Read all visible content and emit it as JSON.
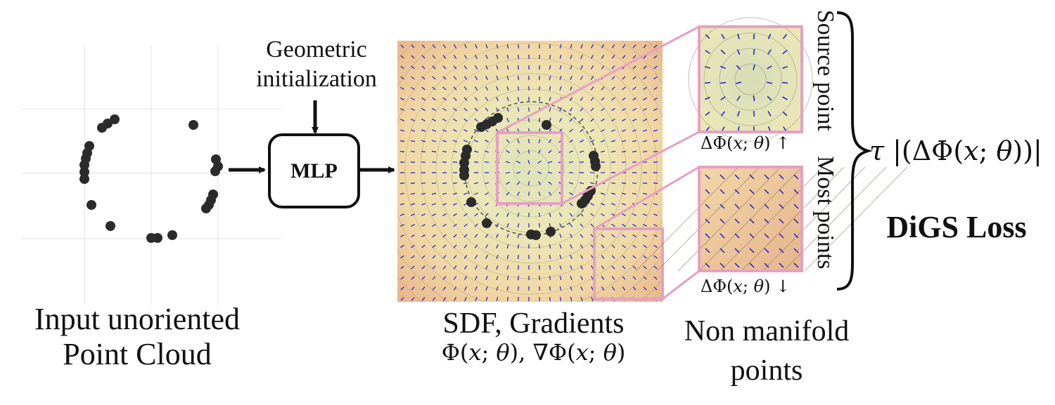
{
  "input_caption": [
    "Input unoriented",
    "Point Cloud"
  ],
  "geometric_init_label": [
    "Geometric",
    "initialization"
  ],
  "mlp_label": "MLP",
  "sdf_caption": "SDF, Gradients",
  "sdf_math": {
    "phi": "Φ(",
    "x": "x",
    "sep": "; ",
    "theta": "θ",
    "close": "), ",
    "grad": "∇Φ(",
    "end": ")"
  },
  "nonmanifold_caption": [
    "Non manifold",
    "points"
  ],
  "source_point_label": "Source point",
  "most_points_label": "Most points",
  "laplacian_up": {
    "pre": "ΔΦ(",
    "x": "x",
    "sep": "; ",
    "theta": "θ",
    "post": ") ↑"
  },
  "laplacian_down": {
    "pre": "ΔΦ(",
    "x": "x",
    "sep": "; ",
    "theta": "θ",
    "post": ") ↓"
  },
  "loss_expr": {
    "tau": "τ",
    "open": " |(ΔΦ(",
    "x": "x",
    "sep": "; ",
    "theta": "θ",
    "close": "))|"
  },
  "loss_title": "DiGS Loss",
  "colors": {
    "points": "#2b2b2b",
    "highlight_box": "#e6a0c4",
    "arrows": "#1a1ad6",
    "field_center": "#dfe3bb",
    "field_outer": "#eab98e"
  }
}
